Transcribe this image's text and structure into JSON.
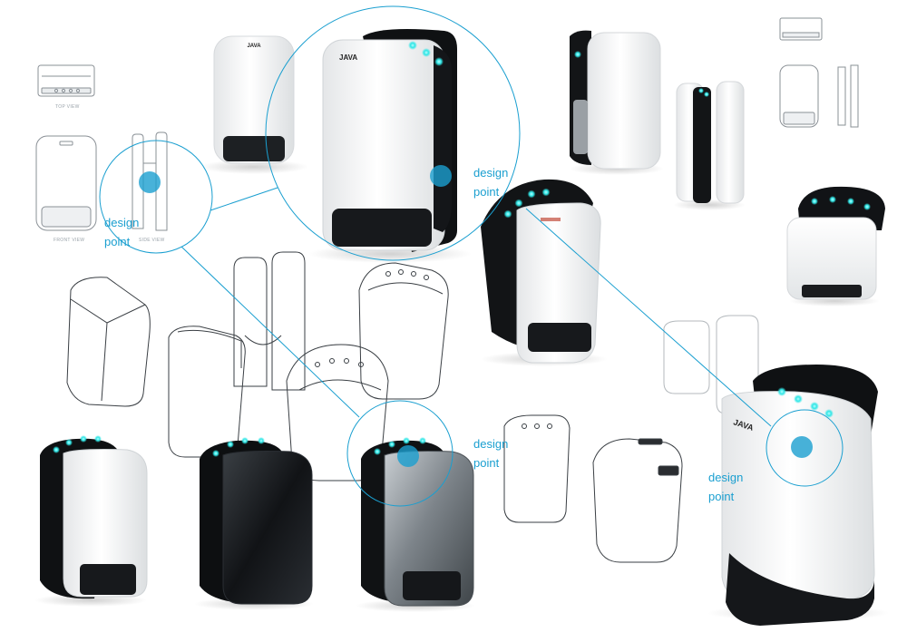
{
  "brand": "JAVA",
  "views": {
    "top": "TOP VIEW",
    "front": "FRONT VIEW",
    "side": "SIDE VIEW"
  },
  "callouts": [
    {
      "line1": "design",
      "line2": "point"
    },
    {
      "line1": "design",
      "line2": "point"
    },
    {
      "line1": "design",
      "line2": "point"
    },
    {
      "line1": "design",
      "line2": "point"
    }
  ],
  "colors": {
    "accent": "#1a9fd0",
    "led": "#2fe6e6",
    "body_white": "#f2f3f4",
    "body_black": "#15181b",
    "body_silver": "#8b9196"
  }
}
